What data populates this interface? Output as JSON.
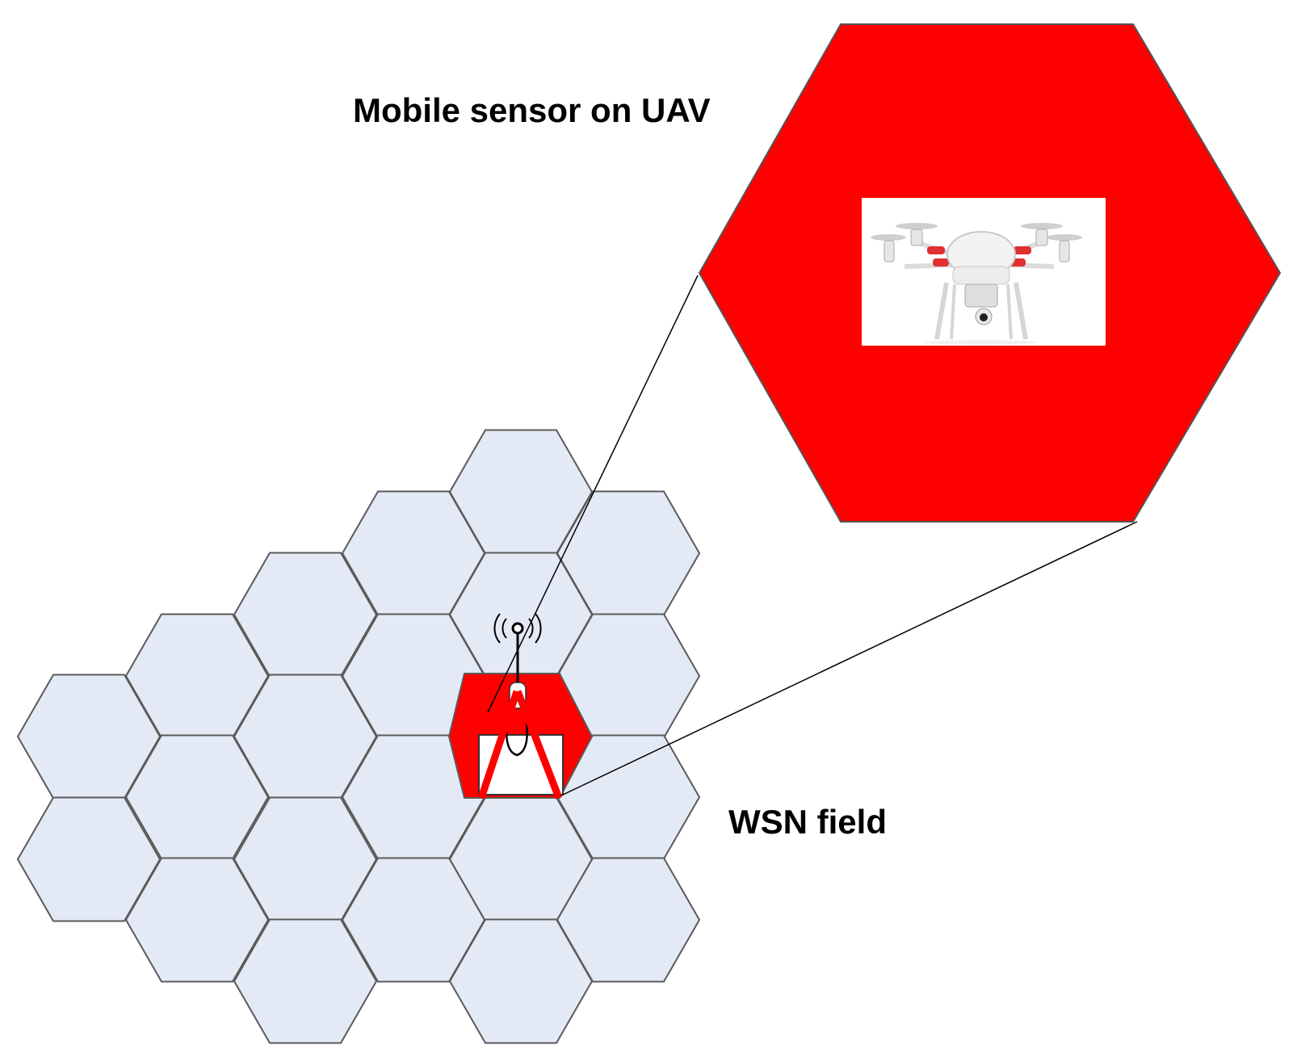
{
  "labels": {
    "mobile_sensor": "Mobile sensor on UAV",
    "wsn_field": "WSN field"
  },
  "colors": {
    "cell_fill": "#e3eaf5",
    "cell_stroke": "#5a5a5a",
    "highlight_red": "#ff0000",
    "connector": "#000000",
    "background": "#ffffff"
  },
  "icons": [
    "drone-photo",
    "antenna-sensor-icon",
    "cross-mark-icon"
  ]
}
